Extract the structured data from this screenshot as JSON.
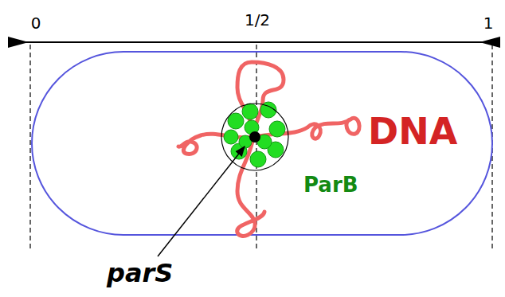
{
  "diagram": {
    "labels": [
      "0",
      "1/2",
      "1",
      "DNA",
      "ParB",
      "parS"
    ]
  }
}
